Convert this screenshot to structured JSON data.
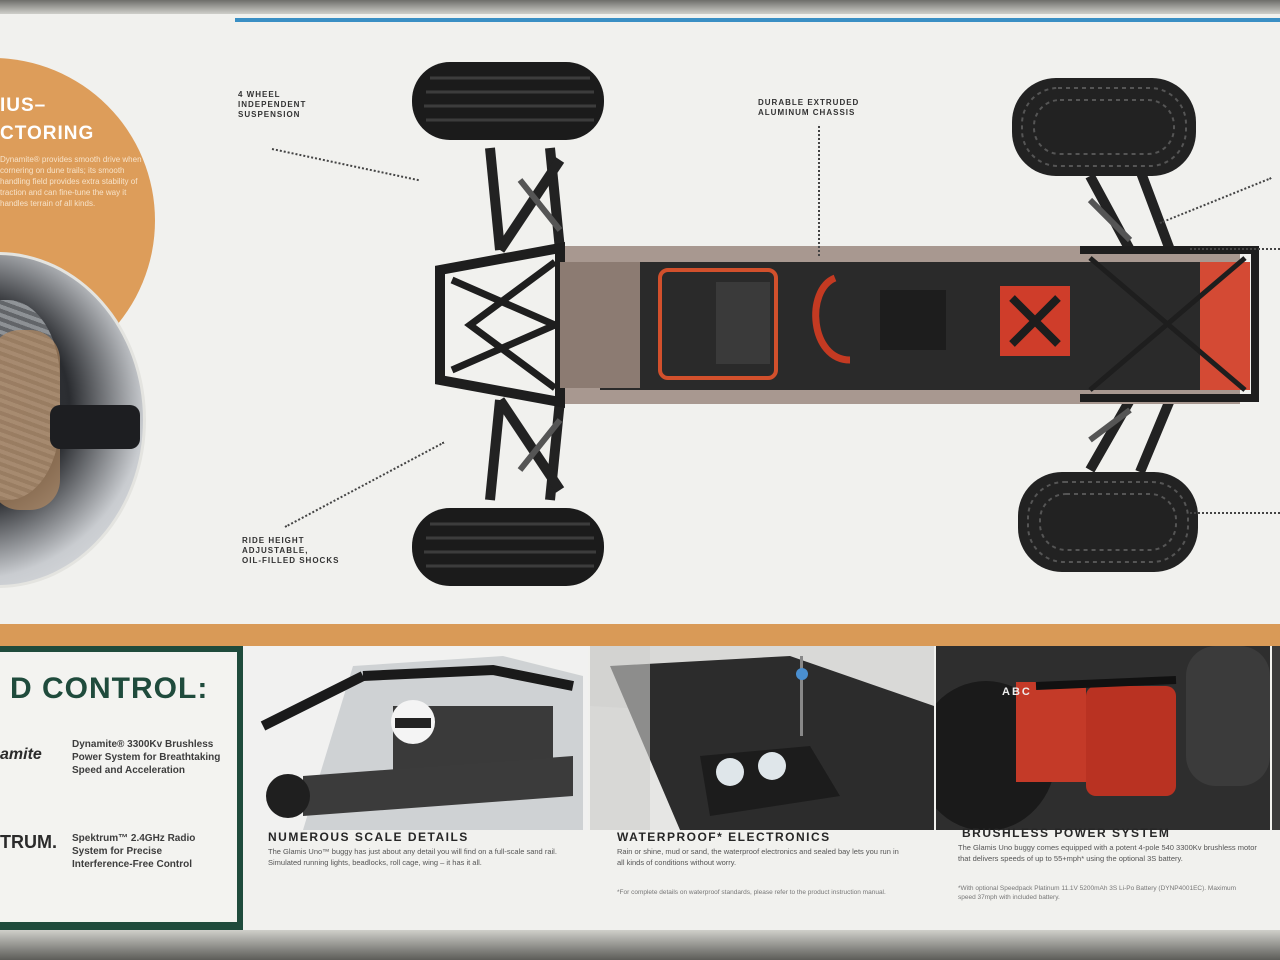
{
  "badge": {
    "title": "IUS–\nCTORING",
    "body": "Dynamite® provides smooth drive when cornering on dune trails; its smooth handling field provides extra stability of traction and can fine-tune the way it handles terrain of all kinds."
  },
  "callouts": {
    "suspension": "4 WHEEL\nINDEPENDENT\nSUSPENSION",
    "chassis": "DURABLE EXTRUDED\nALUMINUM CHASSIS",
    "shocks": "RIDE HEIGHT\nADJUSTABLE,\nOIL-FILLED SHOCKS"
  },
  "control": {
    "title": "D CONTROL:",
    "feature1": "Dynamite® 3300Kv Brushless Power System for Breathtaking Speed and Acceleration",
    "feature2": "Spektrum™ 2.4GHz Radio System for Precise Interference-Free Control",
    "logo1": "amite",
    "logo2": "TRUM."
  },
  "captions": [
    {
      "title": "NUMEROUS SCALE DETAILS",
      "body": "The Glamis Uno™ buggy has just about any detail you will find on a full-scale sand rail. Simulated running lights, beadlocks, roll cage, wing – it has it all."
    },
    {
      "title": "WATERPROOF* ELECTRONICS",
      "body": "Rain or shine, mud or sand, the waterproof electronics and sealed bay lets you run in all kinds of conditions without worry.",
      "note": "*For complete details on waterproof standards, please refer to the product instruction manual."
    },
    {
      "title": "BRUSHLESS POWER SYSTEM",
      "body": "The Glamis Uno buggy comes equipped with a potent 4-pole 540 3300Kv brushless motor that delivers speeds of up to 55+mph* using the optional 3S battery.",
      "note": "*With optional Speedpack Platinum 11.1V 5200mAh 3S Li-Po Battery (DYNP4001EC). Maximum speed 37mph with included battery."
    }
  ],
  "motor_label": "ABC"
}
